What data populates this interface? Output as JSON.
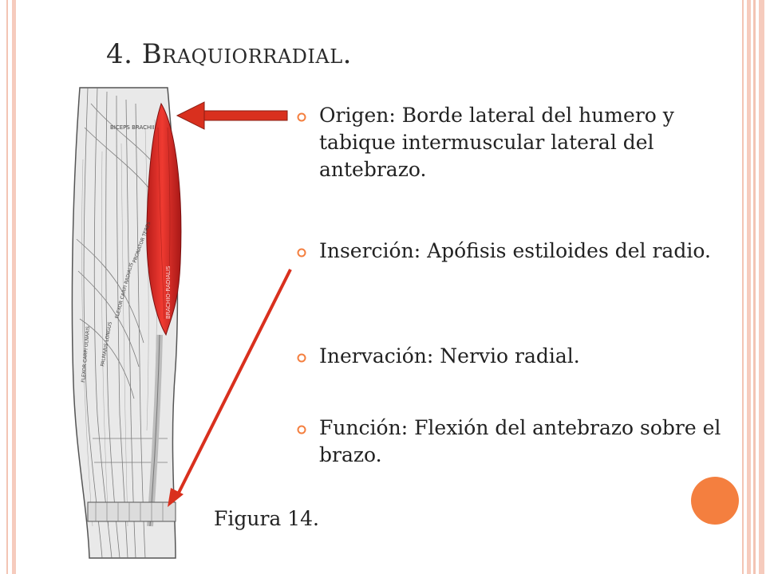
{
  "slide": {
    "title": "4. Braquiorradial.",
    "caption": "Figura 14."
  },
  "bullets": [
    {
      "text": "Origen: Borde lateral del humero y tabique intermuscular lateral del antebrazo."
    },
    {
      "text": "Inserción: Apófisis estiloides del radio."
    },
    {
      "text": "Inervación: Nervio radial."
    },
    {
      "text": "Función:  Flexión del antebrazo sobre el brazo."
    }
  ],
  "figure": {
    "labels": {
      "biceps": "BICEPS BRACHII",
      "brachioradialis": "BRACHIO-RADIALIS",
      "flexor": "FLEXOR CARPI RADIALIS",
      "palmaris": "PALMARIS LONGUS",
      "flexor_ulnaris": "FLEXOR CARPI ULNARIS",
      "pronator": "PRONATOR TERES"
    }
  },
  "colors": {
    "accent": "#f47f3f",
    "arrow": "#d9301e",
    "muscle": "#e0312b",
    "frame": "#f6cbbd"
  }
}
